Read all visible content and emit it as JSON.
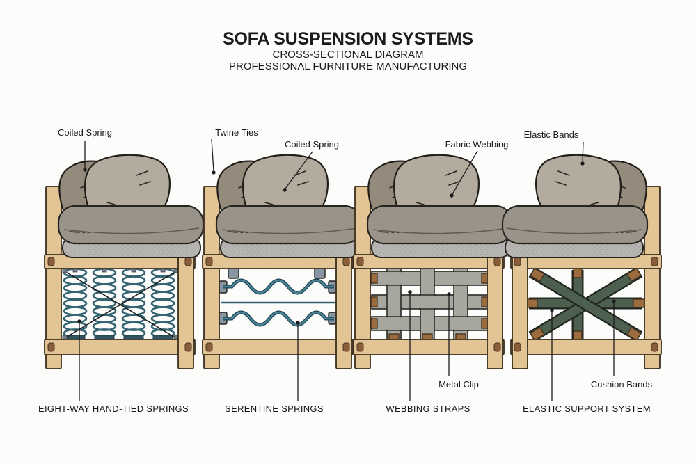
{
  "title": {
    "main": "SOFA SUSPENSION SYSTEMS",
    "subtitle1": "CROSS-SECTIONAL DIAGRAM",
    "subtitle2": "PROFESSIONAL FURNITURE MANUFACTURING"
  },
  "systems": [
    {
      "name": "EIGHT-WAY HAND-TIED SPRINGS",
      "callouts": {
        "coiled_spring": "Coiled Spring"
      }
    },
    {
      "name": "SERENTINE SPRINGS",
      "callouts": {
        "twine_ties": "Twine Ties",
        "coiled_spring": "Coiled Spring"
      }
    },
    {
      "name": "WEBBING STRAPS",
      "callouts": {
        "fabric_webbing": "Fabric Webbing",
        "metal_clip": "Metal Clip"
      }
    },
    {
      "name": "ELASTIC SUPPORT SYSTEM",
      "callouts": {
        "elastic_bands": "Elastic Bands",
        "cushion_bands": "Cushion Bands"
      }
    }
  ],
  "palette": {
    "background": "#fcfcfa",
    "wood": "#e2c495",
    "spring_coil": "#346372",
    "serpentine_wire": "#4e8296",
    "webbing_strap": "#a7a79f",
    "elastic_band": "#4d5f4e",
    "metal_clip": "#8794a1",
    "pillow_light": "#b3ab9e",
    "pillow_dark": "#948b7d",
    "cushion": "#9a938a"
  }
}
